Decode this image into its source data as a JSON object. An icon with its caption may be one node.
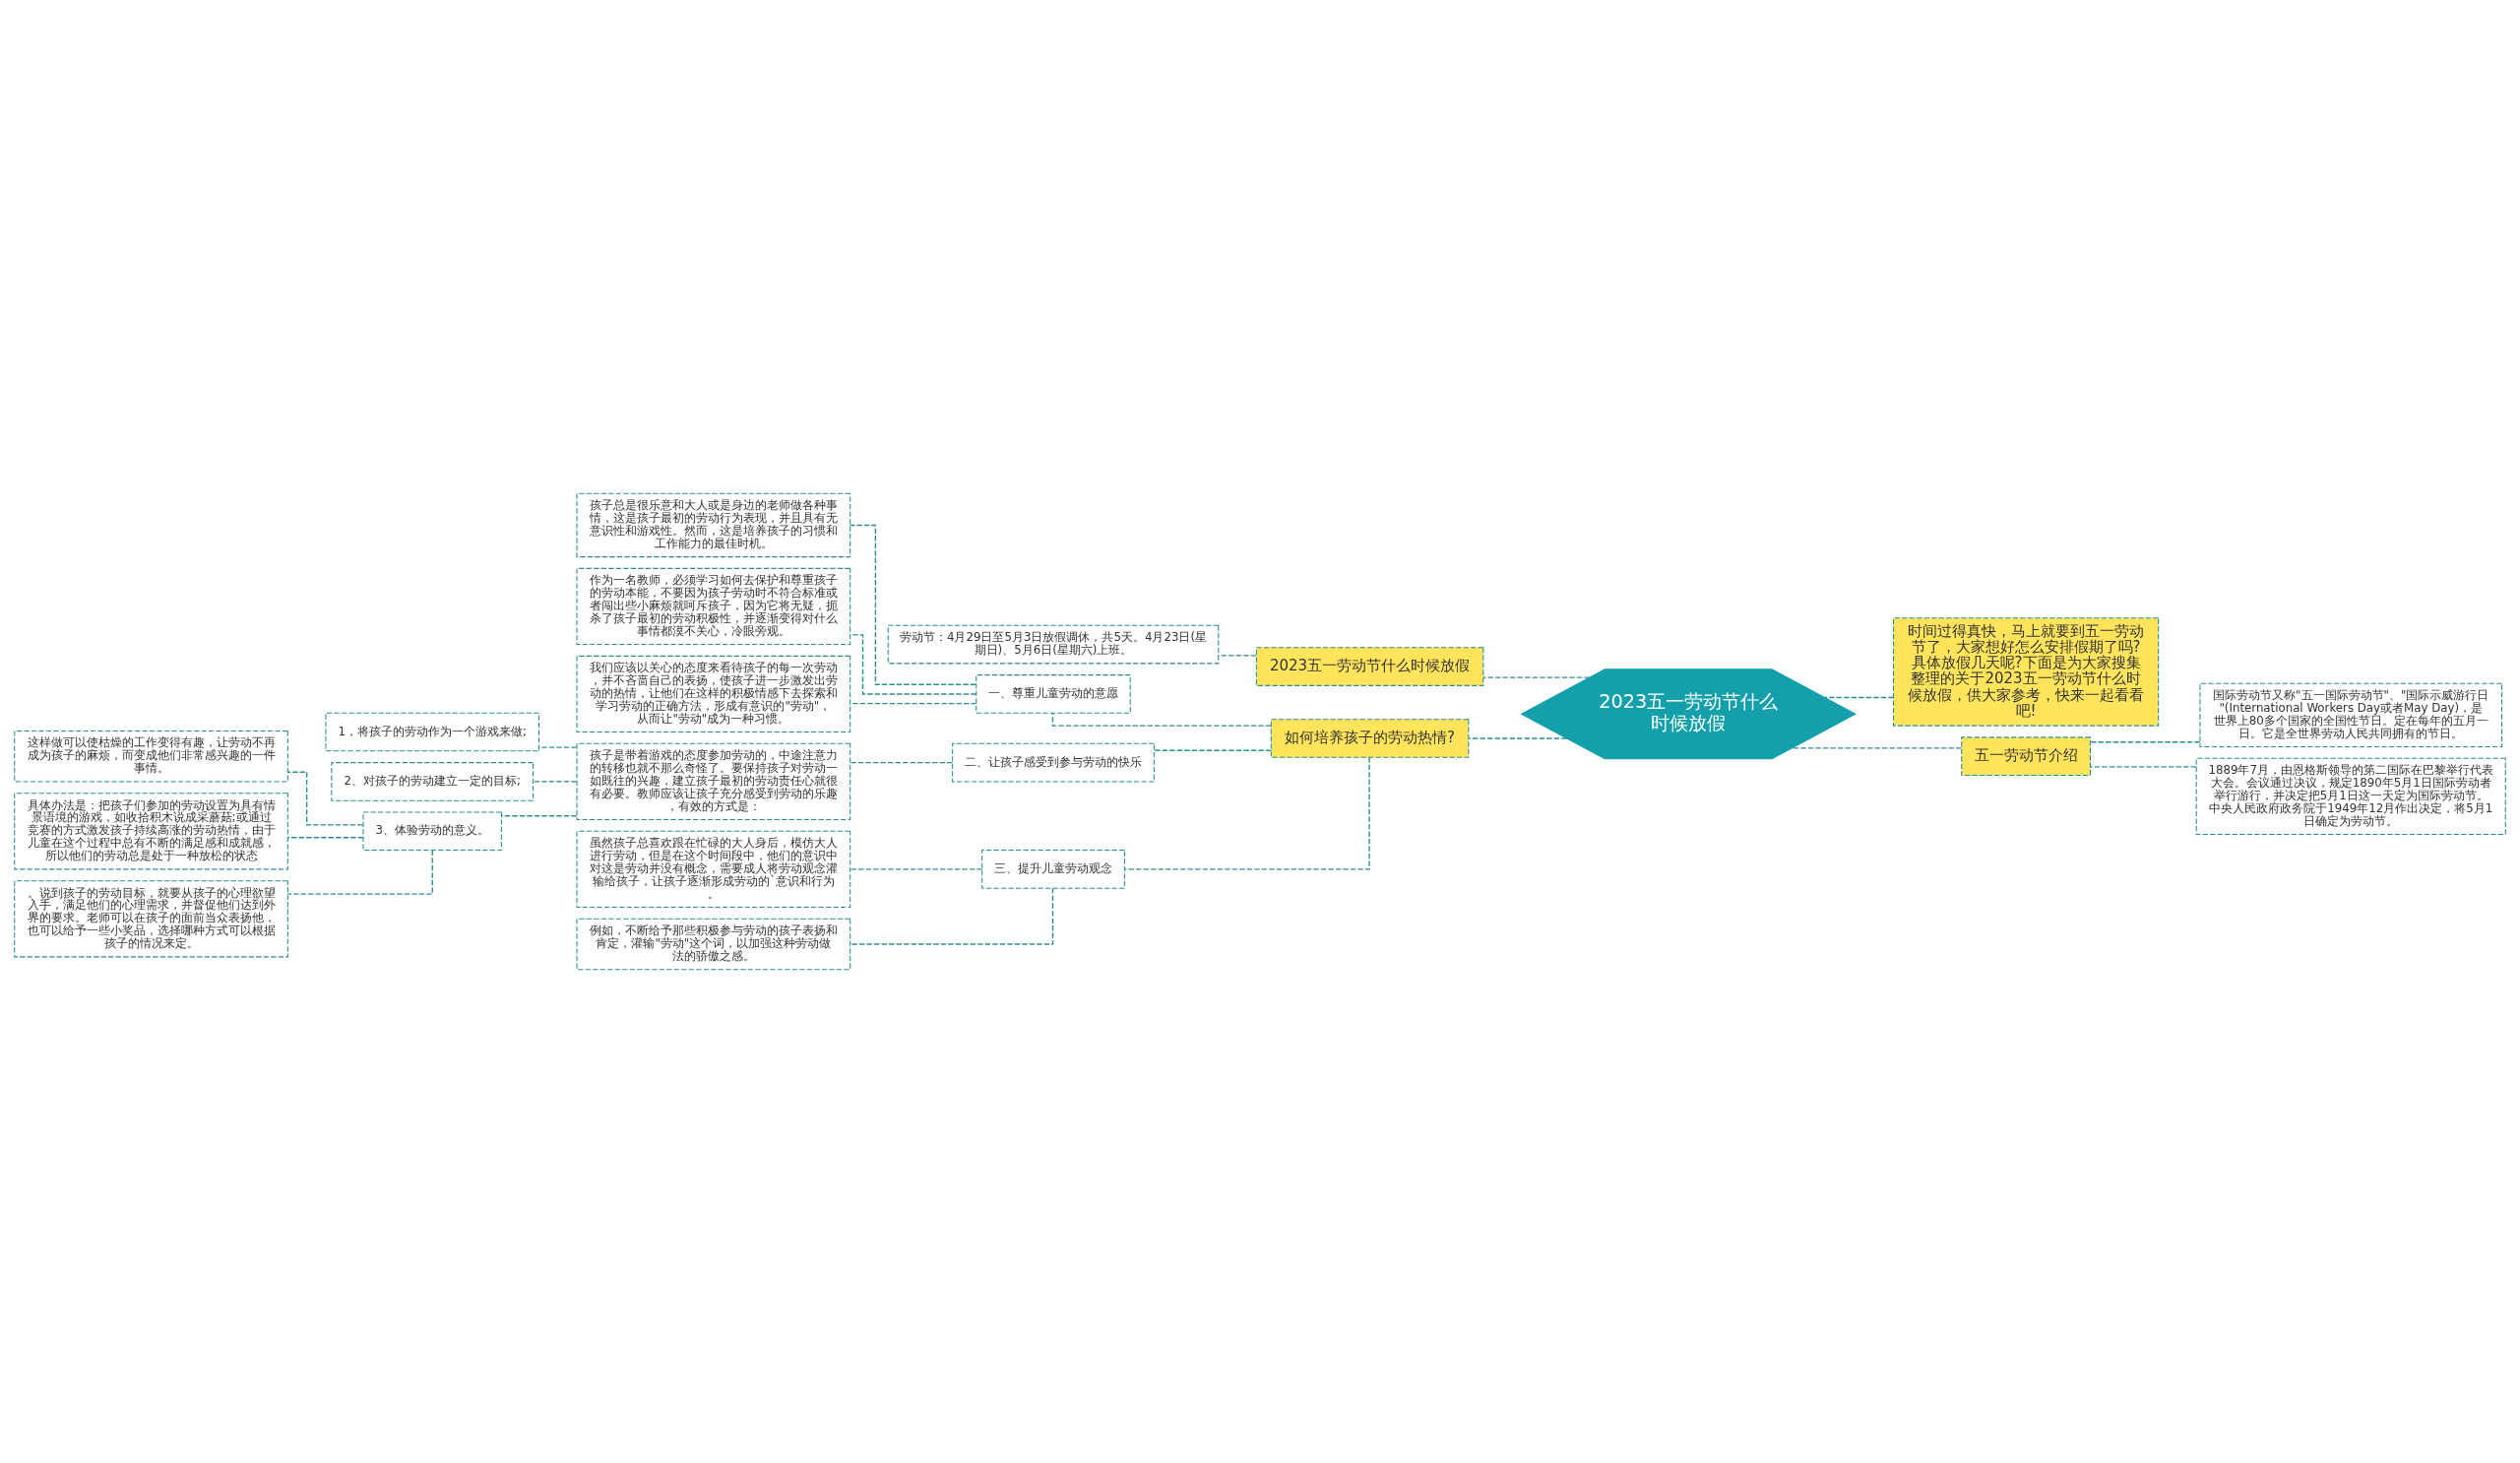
{
  "diagram": {
    "nodes": [
      {
        "text": [
          "2023五一劳动节什么时候放假"
        ]
      },
      {
        "text": [
          "2023五一劳动节什么时候放假"
        ]
      },
      {
        "text": [
          "劳动节：4月29日至5月3日放假调休，共5天。4月23日(星期日)、5月6日(星期六)上班。"
        ]
      },
      {
        "text": [
          "如何培养孩子的劳动热情?"
        ]
      },
      {
        "text": [
          "一、尊重儿童劳动的意愿"
        ]
      },
      {
        "text": [
          "孩子总是很乐意和大人或是身边的老师做各种事情，这是孩子最初的劳动行为表现，并且具有无意识性和游戏性。然而，这是培养孩子的习惯和工作能力的最佳时机。"
        ]
      },
      {
        "text": [
          "作为一名教师，必须学习如何去保护和尊重孩子的劳动本能，不要因为孩子劳动时不符合标准或者闯出些小麻烦就呵斥孩子，因为它将无疑，扼杀了孩子最初的劳动积极性，并逐渐变得对什么事情都漠不关心，冷眼旁观。"
        ]
      },
      {
        "text": [
          "我们应该以关心的态度来看待孩子的每一次劳动，并不吝啬自己的表扬，使孩子进一步激发出劳动的热情，让他们在这样的积极情感下去探索和学习劳动的正确方法，形成有意识的\"劳动\"，从而让\"劳动\"成为一种习惯。"
        ]
      },
      {
        "text": [
          "二、让孩子感受到参与劳动的快乐"
        ]
      },
      {
        "text": [
          "孩子是带着游戏的态度参加劳动的，中途注意力的转移也就不那么奇怪了。要保持孩子对劳动一如既往的兴趣，建立孩子最初的劳动责任心就很有必要。教师应该让孩子充分感受到劳动的乐趣，有效的方式是："
        ]
      },
      {
        "text": [
          "1，将孩子的劳动作为一个游戏来做;"
        ]
      },
      {
        "text": [
          "2、对孩子的劳动建立一定的目标;"
        ]
      },
      {
        "text": [
          "3、体验劳动的意义。"
        ]
      },
      {
        "text": [
          "这样做可以使枯燥的工作变得有趣，让劳动不再成为孩子的麻烦，而变成他们非常感兴趣的一件事情。"
        ]
      },
      {
        "text": [
          "具体办法是：把孩子们参加的劳动设置为具有情景语境的游戏，如收拾积木说成采蘑菇;或通过竞赛的方式激发孩子持续高涨的劳动热情，由于儿童在这个过程中总有不断的满足感和成就感，所以他们的劳动总是处于一种放松的状态"
        ]
      },
      {
        "text": [
          "。说到孩子的劳动目标，就要从孩子的心理欲望入手，满足他们的心理需求，并督促他们达到外界的要求。老师可以在孩子的面前当众表扬他，也可以给予一些小奖品，选择哪种方式可以根据孩子的情况来定。"
        ]
      },
      {
        "text": [
          "三、提升儿童劳动观念"
        ]
      },
      {
        "text": [
          "虽然孩子总喜欢跟在忙碌的大人身后，模仿大人进行劳动，但是在这个时间段中，他们的意识中对这是劳动并没有概念，需要成人将劳动观念灌输给孩子，让孩子逐渐形成劳动的`意识和行为。"
        ]
      },
      {
        "text": [
          "例如，不断给予那些积极参与劳动的孩子表扬和肯定，灌输\"劳动\"这个词，以加强这种劳动做法的骄傲之感。"
        ]
      },
      {
        "text": [
          "时间过得真快，马上就要到五一劳动节了，大家想好怎么安排假期了吗?具体放假几天呢?下面是为大家搜集整理的关于2023五一劳动节什么时候放假，供大家参考，快来一起看看吧!"
        ]
      },
      {
        "text": [
          "五一劳动节介绍"
        ]
      },
      {
        "text": [
          "国际劳动节又称\"五一国际劳动节\"、\"国际示威游行日\"(International Workers Day或者May Day)，是世界上80多个国家的全国性节日。定在每年的五月一日。它是全世界劳动人民共同拥有的节日。"
        ]
      },
      {
        "text": [
          "1889年7月，由恩格斯领导的第二国际在巴黎举行代表大会。会议通过决议，规定1890年5月1日国际劳动者举行游行，并决定把5月1日这一天定为国际劳动节。中央人民政府政务院于1949年12月作出决定，将5月1日确定为劳动节。"
        ]
      }
    ],
    "edges": [
      {
        "from": 0,
        "to": 1,
        "arrow": "none"
      },
      {
        "from": 1,
        "to": 2,
        "arrow": "none"
      },
      {
        "from": 0,
        "to": 3,
        "arrow": "none"
      },
      {
        "from": 3,
        "to": 4,
        "arrow": "none"
      },
      {
        "from": 4,
        "to": 5,
        "arrow": "none"
      },
      {
        "from": 4,
        "to": 6,
        "arrow": "none"
      },
      {
        "from": 4,
        "to": 7,
        "arrow": "none"
      },
      {
        "from": 3,
        "to": 8,
        "arrow": "none"
      },
      {
        "from": 8,
        "to": 9,
        "arrow": "none"
      },
      {
        "from": 9,
        "to": 10,
        "arrow": "none"
      },
      {
        "from": 9,
        "to": 11,
        "arrow": "none"
      },
      {
        "from": 9,
        "to": 12,
        "arrow": "none"
      },
      {
        "from": 12,
        "to": 13,
        "arrow": "none"
      },
      {
        "from": 12,
        "to": 14,
        "arrow": "none"
      },
      {
        "from": 12,
        "to": 15,
        "arrow": "none"
      },
      {
        "from": 3,
        "to": 16,
        "arrow": "none"
      },
      {
        "from": 16,
        "to": 17,
        "arrow": "none"
      },
      {
        "from": 16,
        "to": 18,
        "arrow": "none"
      },
      {
        "from": 0,
        "to": 19,
        "arrow": "none"
      },
      {
        "from": 0,
        "to": 20,
        "arrow": "none"
      },
      {
        "from": 20,
        "to": 21,
        "arrow": "none"
      },
      {
        "from": 20,
        "to": 22,
        "arrow": "none"
      }
    ]
  }
}
